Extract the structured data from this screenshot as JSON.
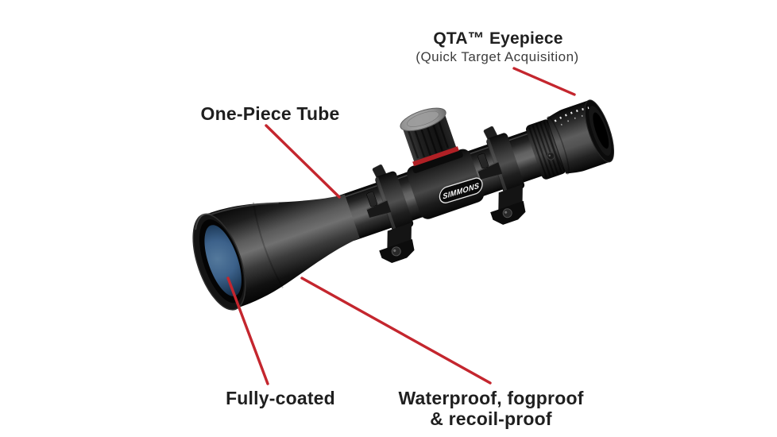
{
  "page": {
    "background_color": "#ffffff"
  },
  "colors": {
    "callout_line_red": "#c4262e",
    "label_text": "#1f1f1f",
    "subtitle_text": "#3d3d3d",
    "lens_blue": "#3f6489",
    "turret_ring_red": "#b02025"
  },
  "callouts": {
    "qta": {
      "title": "QTA™ Eyepiece",
      "subtitle": "(Quick Target Acquisition)"
    },
    "one_piece_tube": {
      "label": "One-Piece Tube"
    },
    "fully_coated": {
      "label": "Fully-coated"
    },
    "waterproof": {
      "line1": "Waterproof, fogproof",
      "line2": "& recoil-proof"
    }
  },
  "product": {
    "brand_badge": "SIMMONS"
  }
}
